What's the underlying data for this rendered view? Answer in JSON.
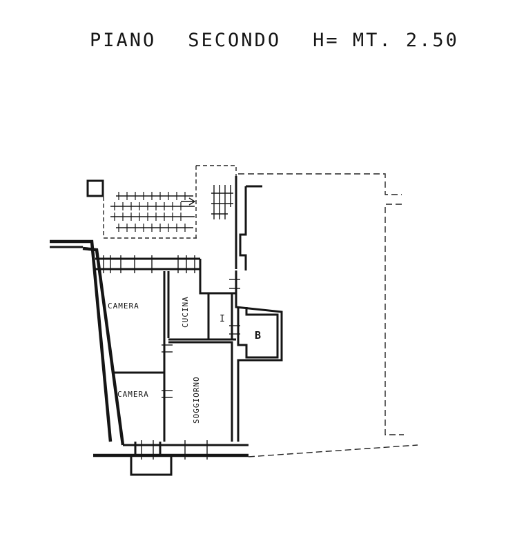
{
  "title": {
    "floor": "PIANO",
    "level": "SECONDO",
    "height": "H= MT. 2.50"
  },
  "rooms": {
    "camera_1": "CAMERA",
    "cucina": "CUCINA",
    "bagno_i": "I",
    "bagno_b": "B",
    "camera_2": "CAMERA",
    "soggiorno": "SOGGIORNO"
  }
}
